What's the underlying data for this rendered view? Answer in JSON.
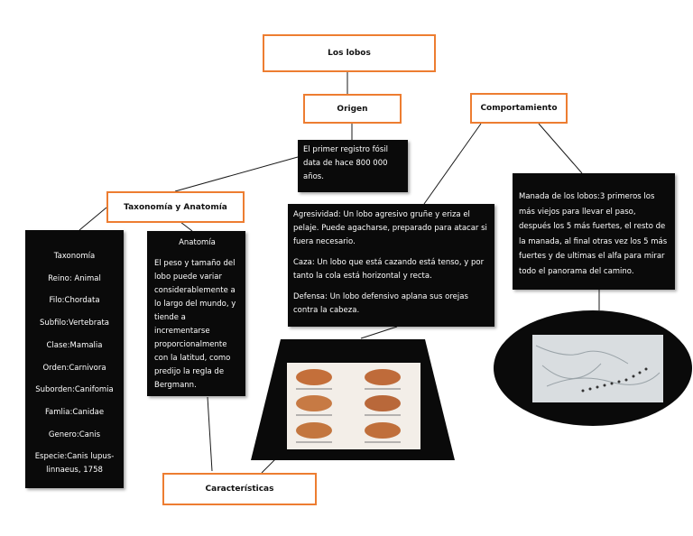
{
  "nodes": {
    "title": "Los lobos",
    "origen": "Origen",
    "comportamiento": "Comportamiento",
    "taxonomia_anatomia": "Taxonomía y Anatomía",
    "caracteristicas": "Características"
  },
  "origen_text": "El primer registro fósil data de hace 800 000 años.",
  "taxonomia": {
    "heading": "Taxonomía",
    "items": [
      "Reino: Animal",
      "Filo:Chordata",
      "Subfilo:Vertebrata",
      "Clase:Mamalia",
      "Orden:Carnivora",
      "Suborden:Canifomia",
      "Famlia:Canidae",
      "Genero:Canis",
      "Especie:Canis lupus-linnaeus, 1758"
    ]
  },
  "anatomia": {
    "heading": "Anatomía",
    "text": "El peso y tamaño del lobo puede variar considerablemente a lo largo del mundo, y tiende a incrementarse proporcionalmente con la latitud, como predijo la regla de Bergmann."
  },
  "comportamiento_text": {
    "agresividad": "Agresividad: Un lobo agresivo gruñe y eriza el pelaje. Puede agacharse, preparado para atacar si fuera necesario.",
    "caza": "Caza: Un lobo que está cazando está tenso, y por tanto la cola está horizontal y recta.",
    "defensa": "Defensa: Un lobo defensivo aplana sus orejas contra la cabeza."
  },
  "manada_text": "Manada de los lobos:3 primeros los más viejos para llevar el paso, después los 5 más fuertes, el resto de la manada, al final otras vez los 5 más fuertes y de ultimas el alfa para mirar todo el panorama del camino.",
  "colors": {
    "accent": "#ed7d31",
    "box_fill": "#0a0a0a",
    "box_text": "#ffffff"
  },
  "images": [
    {
      "name": "wolf-expressions-photo",
      "description_icon": "wolf-heads-grid-icon"
    },
    {
      "name": "wolf-pack-snow-photo",
      "description_icon": "wolves-in-snow-icon"
    }
  ]
}
